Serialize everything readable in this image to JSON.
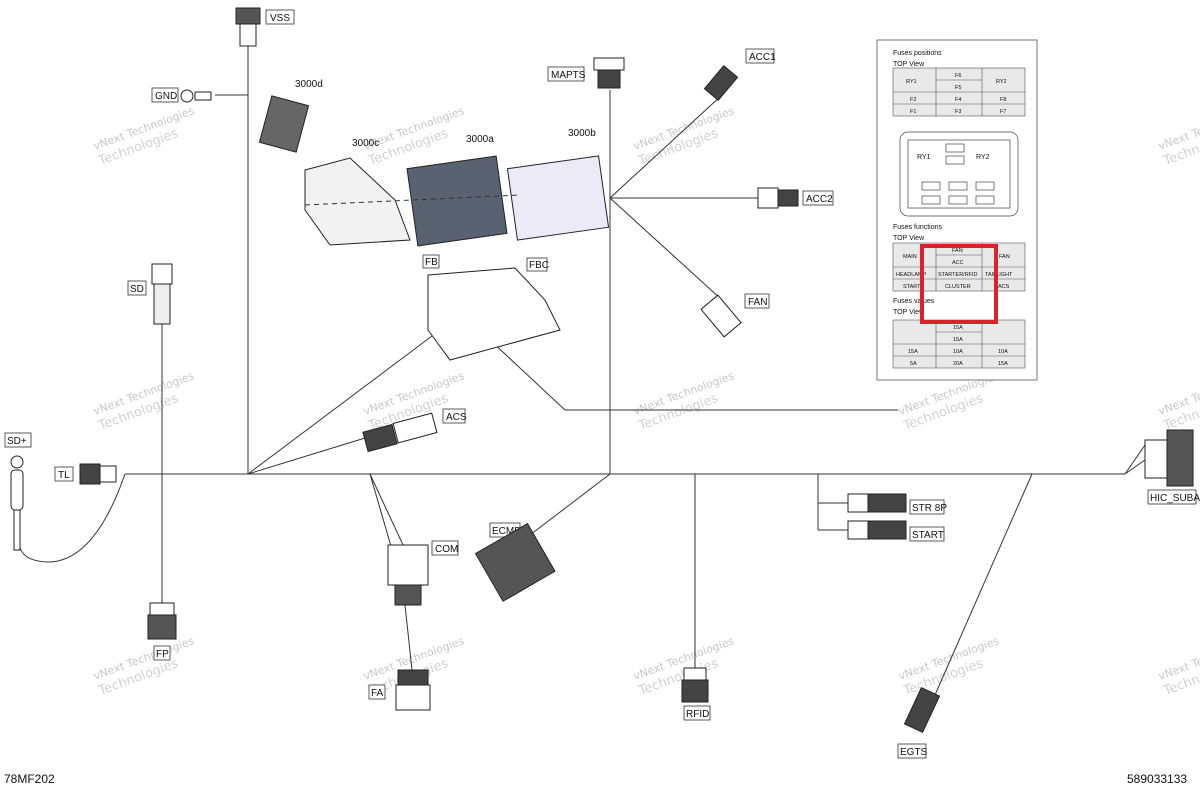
{
  "watermark": {
    "line1": "vNext Technologies",
    "line2": "Technologies"
  },
  "connectors": {
    "vss": "VSS",
    "gnd": "GND",
    "mapts": "MAPTS",
    "acc1": "ACC1",
    "acc2": "ACC2",
    "fan": "FAN",
    "acs": "ACS",
    "sd": "SD",
    "sd_plus": "SD+",
    "tl": "TL",
    "fb": "FB",
    "fbc": "FBC",
    "com": "COM",
    "ecmb": "ECMB",
    "fa": "FA",
    "fp": "FP",
    "rfid": "RFID",
    "egts": "EGTS",
    "str8p": "STR 8P",
    "start": "START",
    "hic_suba": "HIC_SUBA"
  },
  "parts": {
    "p3000d": "3000d",
    "p3000c": "3000c",
    "p3000a": "3000a",
    "p3000b": "3000b"
  },
  "fuse_panel": {
    "positions_title": "Fuses positions",
    "top_view": "TOP View",
    "positions": {
      "ry1": "RY1",
      "ry2": "RY2",
      "f1": "F1",
      "f2": "F2",
      "f3": "F3",
      "f4": "F4",
      "f5": "F5",
      "f6": "F6",
      "f7": "F7",
      "f8": "F8"
    },
    "functions_title": "Fuses functions",
    "functions": {
      "main": "MAIN",
      "fan": "FAN",
      "acc": "ACC",
      "headlamp": "HEADLAMP",
      "starter_rfid": "STARTER/RFID",
      "taillight": "TAILLIGHT",
      "start": "START",
      "cluster": "CLUSTER",
      "acs": "ACS",
      "top_fn": "FAN"
    },
    "values_title": "Fuses values",
    "values": {
      "v_top1": "15A",
      "v_top2": "15A",
      "v_f2": "15A",
      "v_f4": "10A",
      "v_f8": "10A",
      "v_f1": "5A",
      "v_f3": "20A",
      "v_f7": "15A"
    },
    "highlight_color": "#d9222a"
  },
  "footer": {
    "left": "78MF202",
    "right": "589033133"
  }
}
